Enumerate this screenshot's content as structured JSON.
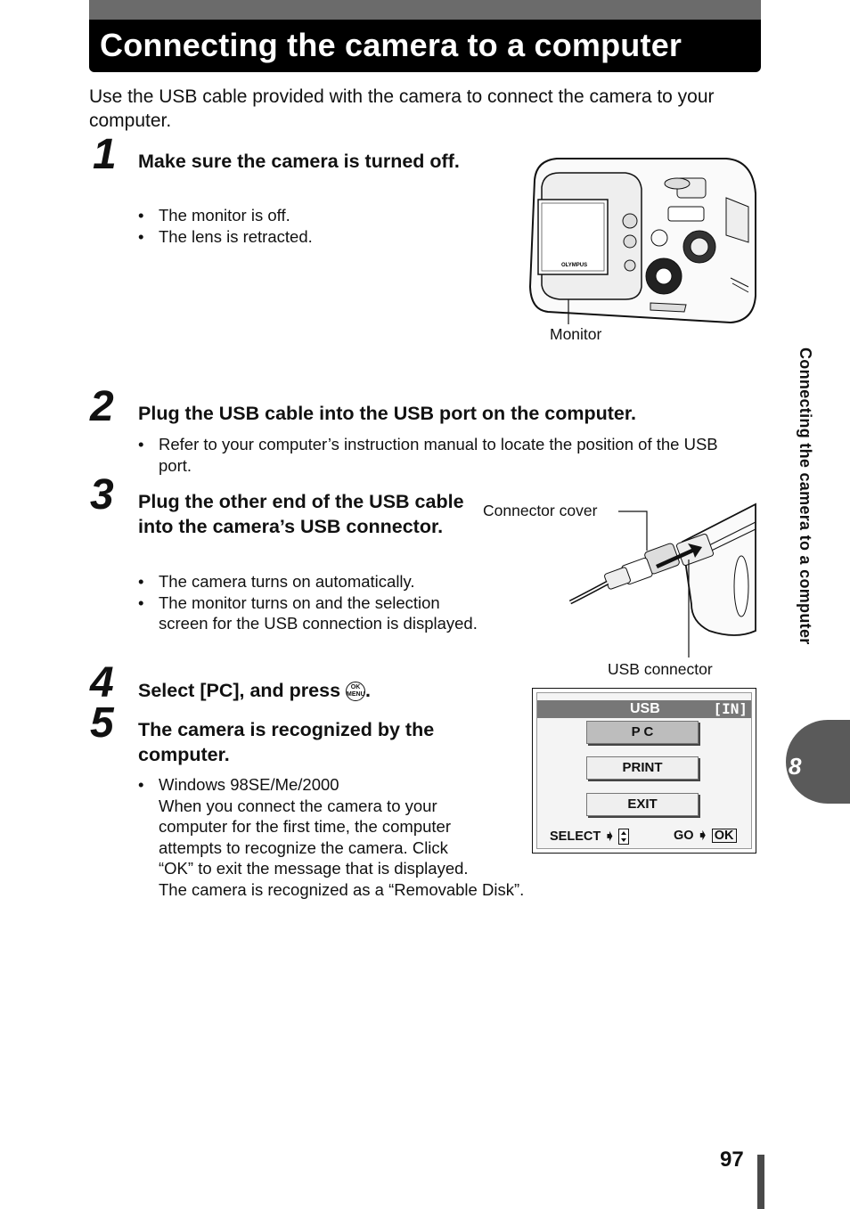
{
  "page": {
    "title": "Connecting the camera to a computer",
    "intro": "Use the USB cable provided with the camera to connect the camera to your computer.",
    "side_label": "Connecting the camera to a computer",
    "chapter_number": "8",
    "page_number": "97"
  },
  "steps": [
    {
      "number": "1",
      "heading": "Make sure the camera is turned off.",
      "bullets": [
        "The monitor is off.",
        "The lens is retracted."
      ]
    },
    {
      "number": "2",
      "heading": "Plug the USB cable into the USB port on the computer.",
      "bullets": [
        "Refer to your computer’s instruction manual to locate the position of the USB port."
      ]
    },
    {
      "number": "3",
      "heading": "Plug the other end of the USB cable into the camera’s USB connector.",
      "bullets": [
        "The camera turns on automatically.",
        "The monitor turns on and the selection screen for the USB connection is displayed."
      ]
    },
    {
      "number": "4",
      "heading_prefix": "Select [PC], and press",
      "heading_suffix": ".",
      "ok_label": "OK MENU"
    },
    {
      "number": "5",
      "heading": "The camera is recognized by the computer.",
      "bullet_lines": [
        "Windows 98SE/Me/2000",
        "When you connect the camera to your",
        "computer for the first time, the computer",
        "attempts to recognize the camera. Click",
        "“OK” to exit the message that is displayed.",
        "The camera is recognized as a “Removable Disk”."
      ]
    }
  ],
  "figures": {
    "camera_back": {
      "brand": "OLYMPUS",
      "caption_monitor": "Monitor"
    },
    "usb_connection": {
      "caption_cover": "Connector cover",
      "caption_connector": "USB connector"
    },
    "usb_screen": {
      "title": "USB",
      "memory": "[IN]",
      "options": [
        "P C",
        "PRINT",
        "EXIT"
      ],
      "selected_option": "P C",
      "footer_select": "SELECT",
      "footer_go": "GO",
      "footer_ok": "OK"
    }
  }
}
